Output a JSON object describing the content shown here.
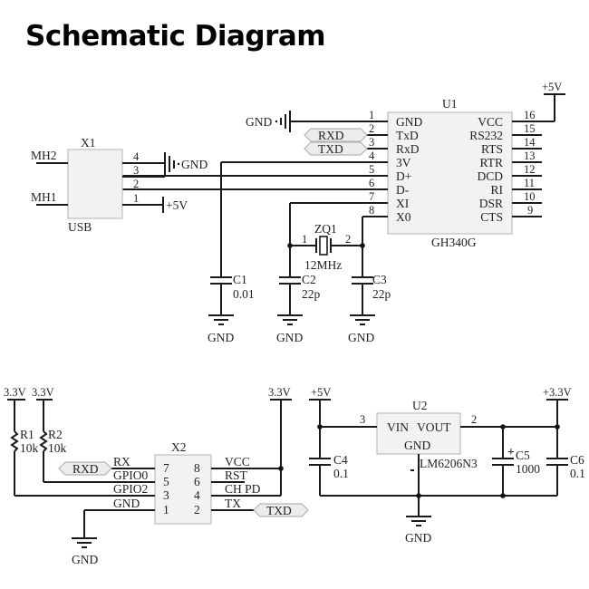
{
  "title": "Schematic Diagram",
  "u1": {
    "ref": "U1",
    "part": "GH340G",
    "left_pins": [
      {
        "num": "1",
        "name": "GND"
      },
      {
        "num": "2",
        "name": "TxD"
      },
      {
        "num": "3",
        "name": "RxD"
      },
      {
        "num": "4",
        "name": "3V"
      },
      {
        "num": "5",
        "name": "D+"
      },
      {
        "num": "6",
        "name": "D-"
      },
      {
        "num": "7",
        "name": "XI"
      },
      {
        "num": "8",
        "name": "X0"
      }
    ],
    "right_pins": [
      {
        "num": "16",
        "name": "VCC"
      },
      {
        "num": "15",
        "name": "RS232"
      },
      {
        "num": "14",
        "name": "RTS"
      },
      {
        "num": "13",
        "name": "RTR"
      },
      {
        "num": "12",
        "name": "DCD"
      },
      {
        "num": "11",
        "name": "RI"
      },
      {
        "num": "10",
        "name": "DSR"
      },
      {
        "num": "9",
        "name": "CTS"
      }
    ],
    "vcc_net": "+5V",
    "gnd_net": "GND"
  },
  "x1": {
    "ref": "X1",
    "part": "USB",
    "mh": [
      "MH2",
      "MH1"
    ],
    "pins": [
      "4",
      "3",
      "2",
      "1"
    ],
    "gnd_net": "GND",
    "vcc_net": "+5V"
  },
  "net_tags": {
    "rxd": "RXD",
    "txd": "TXD"
  },
  "crystal": {
    "ref": "ZQ1",
    "value": "12MHz",
    "pin1": "1",
    "pin2": "2"
  },
  "caps_top": [
    {
      "ref": "C1",
      "value": "0.01"
    },
    {
      "ref": "C2",
      "value": "22p"
    },
    {
      "ref": "C3",
      "value": "22p"
    }
  ],
  "gnd_label": "GND",
  "x2": {
    "ref": "X2",
    "left_pins": [
      {
        "num": "7",
        "name": "RX"
      },
      {
        "num": "5",
        "name": "GPIO0"
      },
      {
        "num": "3",
        "name": "GPIO2"
      },
      {
        "num": "1",
        "name": "GND"
      }
    ],
    "right_pins": [
      {
        "num": "8",
        "name": "VCC"
      },
      {
        "num": "6",
        "name": "RST"
      },
      {
        "num": "4",
        "name": "CH PD"
      },
      {
        "num": "2",
        "name": "TX"
      }
    ]
  },
  "resistors": [
    {
      "ref": "R1",
      "value": "10k",
      "net": "3.3V"
    },
    {
      "ref": "R2",
      "value": "10k",
      "net": "3.3V"
    }
  ],
  "x2_vcc_net": "3.3V",
  "u2": {
    "ref": "U2",
    "part": "LM6206N3",
    "vin": "VIN",
    "vout": "VOUT",
    "gnd": "GND",
    "pin_in": "3",
    "pin_out": "2",
    "in_net": "+5V",
    "out_net": "+3.3V"
  },
  "caps_bottom": [
    {
      "ref": "C4",
      "value": "0.1"
    },
    {
      "ref": "C5",
      "value": "1000",
      "polarity": "+"
    },
    {
      "ref": "C6",
      "value": "0.1"
    }
  ]
}
